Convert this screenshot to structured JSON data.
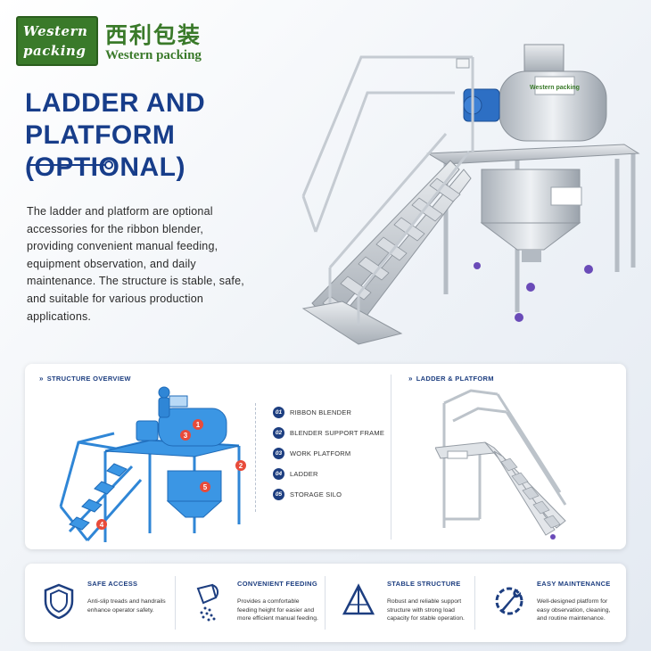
{
  "brand": {
    "badge_line1": "Western",
    "badge_line2": "packing",
    "name_cn": "西利包装",
    "name_en": "Western packing",
    "color": "#3a7a2a"
  },
  "hero": {
    "title_line1": "LADDER AND PLATFORM",
    "title_line2": "(OPTIONAL)",
    "title_color": "#173d8a",
    "description": "The ladder and platform are optional accessories for the ribbon blender, providing convenient manual feeding, equipment observation, and daily maintenance. The structure is stable, safe, and suitable for various production applications.",
    "machine_label": "Western packing"
  },
  "structure": {
    "title": "STRUCTURE OVERVIEW",
    "parts": [
      {
        "num": "01",
        "label": "RIBBON BLENDER"
      },
      {
        "num": "02",
        "label": "BLENDER SUPPORT FRAME"
      },
      {
        "num": "03",
        "label": "WORK PLATFORM"
      },
      {
        "num": "04",
        "label": "LADDER"
      },
      {
        "num": "05",
        "label": "STORAGE SILO"
      }
    ],
    "callouts": [
      "1",
      "2",
      "3",
      "4",
      "5"
    ]
  },
  "ladder_platform": {
    "title": "LADDER & PLATFORM"
  },
  "features": [
    {
      "icon": "shield-icon",
      "title": "SAFE ACCESS",
      "desc": "Anti-slip treads and handrails enhance operator safety."
    },
    {
      "icon": "pouring-bucket-icon",
      "title": "CONVENIENT FEEDING",
      "desc": "Provides a comfortable feeding height for easier and more efficient manual feeding."
    },
    {
      "icon": "pyramid-icon",
      "title": "STABLE STRUCTURE",
      "desc": "Robust and reliable support structure with strong load capacity for stable operation."
    },
    {
      "icon": "wrench-gear-icon",
      "title": "EASY MAINTENANCE",
      "desc": "Well-designed platform for easy observation, cleaning, and routine maintenance."
    }
  ],
  "colors": {
    "navy": "#1d3e80",
    "steel": "#c7ccd3",
    "blueprint": "#2f86d6"
  }
}
